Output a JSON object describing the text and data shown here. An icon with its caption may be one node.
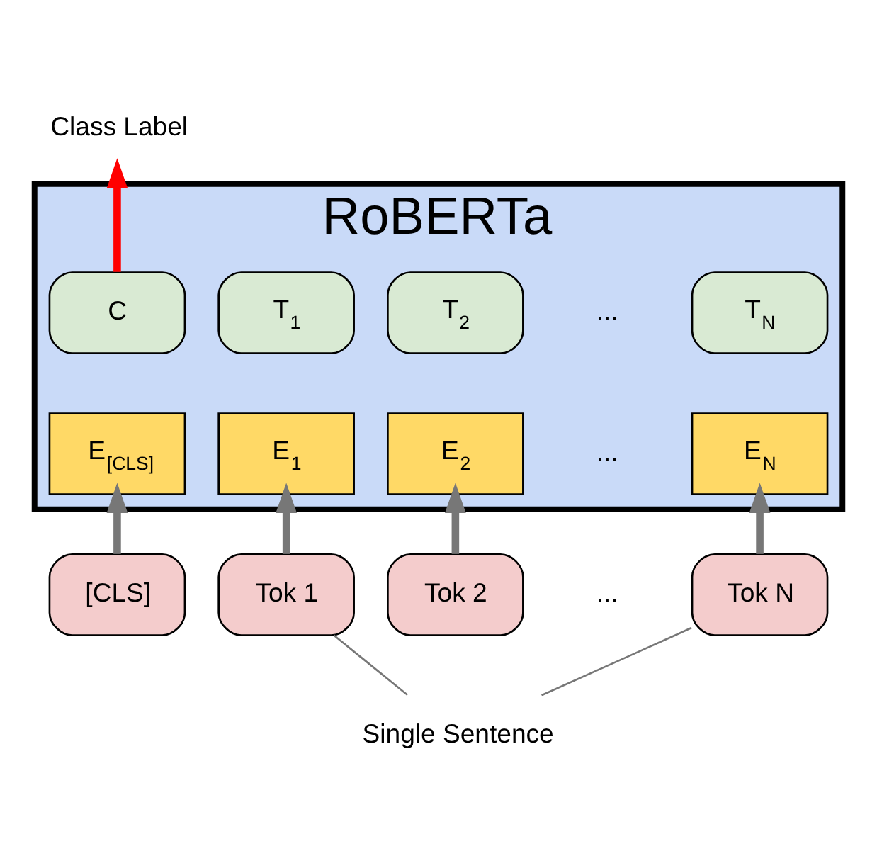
{
  "diagram": {
    "nodes": [
      {
        "text": [
          "RoBERTa"
        ]
      },
      {
        "text": [
          "C"
        ],
        "in": 0
      },
      {
        "text": [
          "T$_{1}$"
        ],
        "in": 0
      },
      {
        "text": [
          "T$_{2}$"
        ],
        "in": 0
      },
      {
        "text": [
          "T$_{N}$"
        ],
        "in": 0
      },
      {
        "text": [
          "E$_{[CLS]}$"
        ],
        "in": 0
      },
      {
        "text": [
          "E$_{1}$"
        ],
        "in": 0
      },
      {
        "text": [
          "E$_{2}$"
        ],
        "in": 0
      },
      {
        "text": [
          "E$_{N}$"
        ],
        "in": 0
      },
      {
        "text": [
          "[CLS]"
        ]
      },
      {
        "text": [
          "Tok 1"
        ]
      },
      {
        "text": [
          "Tok 2"
        ]
      },
      {
        "text": [
          "Tok N"
        ]
      },
      {
        "text": [
          "Class Label"
        ]
      },
      {
        "text": [
          "Single Sentence"
        ]
      }
    ],
    "edges": [
      {
        "from": 9,
        "to": 5,
        "arrow": "to"
      },
      {
        "from": 10,
        "to": 6,
        "arrow": "to"
      },
      {
        "from": 11,
        "to": 7,
        "arrow": "to"
      },
      {
        "from": 12,
        "to": 8,
        "arrow": "to"
      },
      {
        "from": 1,
        "to": 13,
        "arrow": "to",
        "color": "#ff0000"
      },
      {
        "from": 10,
        "to": 14,
        "arrow": "none"
      },
      {
        "from": 12,
        "to": 14,
        "arrow": "none"
      }
    ],
    "labels": [
      "...",
      "...",
      "..."
    ]
  }
}
